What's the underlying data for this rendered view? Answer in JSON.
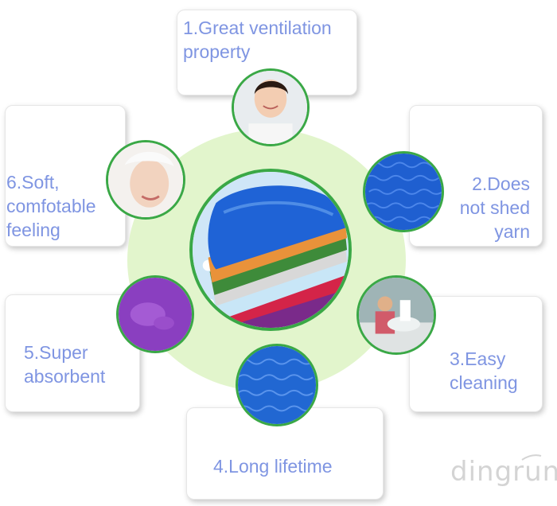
{
  "features": [
    {
      "label": "1.Great ventilation\n property"
    },
    {
      "label": "2.Does\nnot shed\nyarn"
    },
    {
      "label": "3.Easy\ncleaning"
    },
    {
      "label": "4.Long lifetime"
    },
    {
      "label": "5.Super\nabsorbent"
    },
    {
      "label": "6.Soft,\ncomfotable\n feeling"
    }
  ],
  "watermark": "dingrun",
  "colors": {
    "text": "#7f95e2",
    "ring": "#3aa846",
    "center_disc": "#e2f5cc",
    "microfiber_blue": "#1f5fd0",
    "purple_cloth": "#8a3fc0"
  }
}
